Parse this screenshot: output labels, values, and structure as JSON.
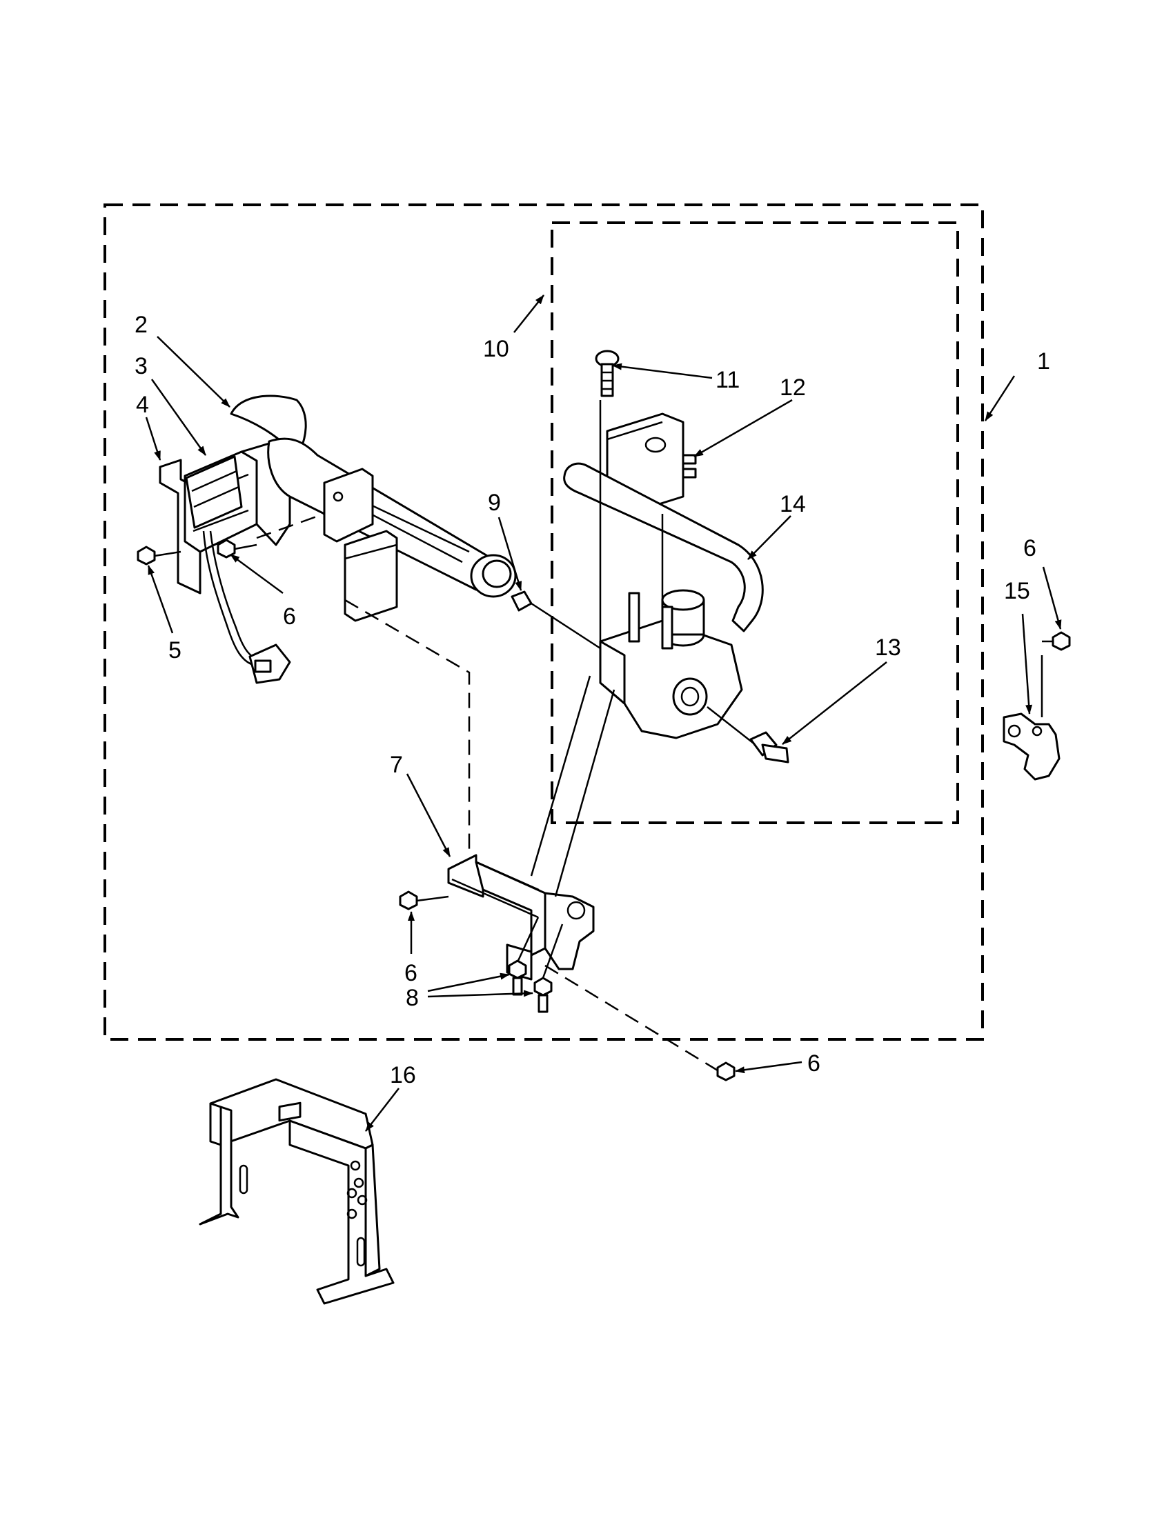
{
  "callouts": {
    "c1": "1",
    "c2": "2",
    "c3": "3",
    "c4": "4",
    "c5": "5",
    "c6a": "6",
    "c6b": "6",
    "c6c": "6",
    "c6d": "6",
    "c7": "7",
    "c8": "8",
    "c9": "9",
    "c10": "10",
    "c11": "11",
    "c12": "12",
    "c13": "13",
    "c14": "14",
    "c15": "15",
    "c16": "16"
  }
}
